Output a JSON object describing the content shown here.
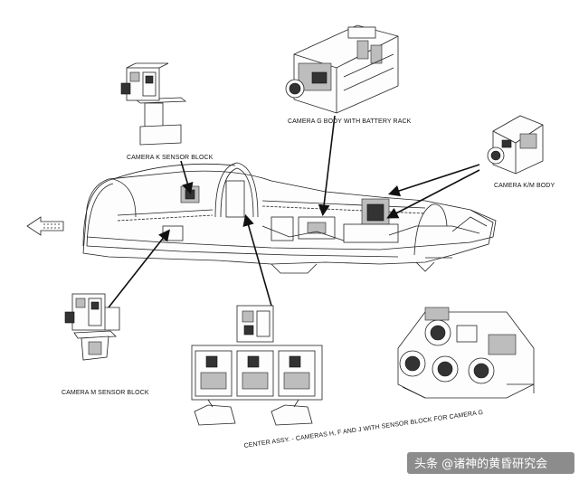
{
  "labels": {
    "camera_g_body": "CAMERA G BODY WITH BATTERY RACK",
    "camera_k_sensor": "CAMERA K SENSOR BLOCK",
    "camera_km_body": "CAMERA K/M BODY",
    "camera_m_sensor": "CAMERA M SENSOR BLOCK",
    "center_assy": "CENTER ASSY. - CAMERAS H, F AND J WITH SENSOR BLOCK FOR CAMERA G"
  },
  "watermark": "头条 @诸神的黄昏研究会",
  "colors": {
    "line": "#222222",
    "background": "#ffffff"
  }
}
